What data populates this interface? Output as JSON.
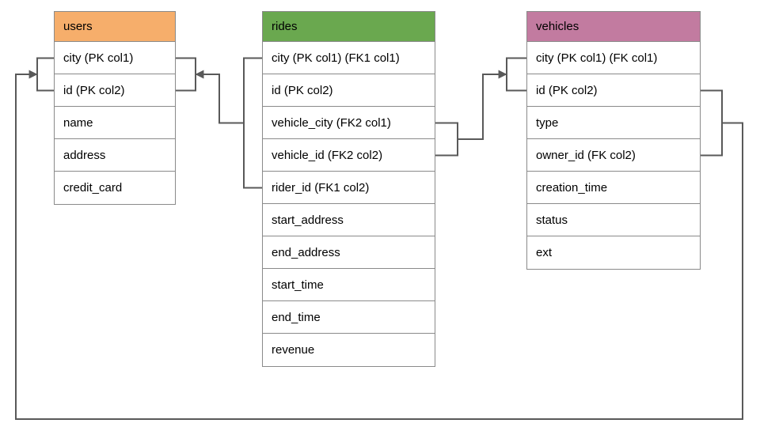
{
  "diagram": {
    "background": "#ffffff",
    "connector_color": "#595959",
    "border_color": "#8a8a8a",
    "text_color": "#000000",
    "tables": [
      {
        "id": "users",
        "title": "users",
        "header_color": "#f6ae6b",
        "columns": [
          "city (PK col1)",
          "id (PK col2)",
          "name",
          "address",
          "credit_card"
        ]
      },
      {
        "id": "rides",
        "title": "rides",
        "header_color": "#6aa84f",
        "columns": [
          "city (PK col1) (FK1 col1)",
          "id (PK col2)",
          "vehicle_city (FK2 col1)",
          "vehicle_id (FK2 col2)",
          "rider_id (FK1 col2)",
          "start_address",
          "end_address",
          "start_time",
          "end_time",
          "revenue"
        ]
      },
      {
        "id": "vehicles",
        "title": "vehicles",
        "header_color": "#c27ba0",
        "columns": [
          "city (PK col1) (FK col1)",
          "id (PK col2)",
          "type",
          "owner_id (FK col2)",
          "creation_time",
          "status",
          "ext"
        ]
      }
    ],
    "relationships": [
      {
        "id": "rides-fk1-users",
        "description": "rides (city, rider_id) FK1 references users (city, id)",
        "source": {
          "table": "rides",
          "side": "left",
          "rows": [
            0,
            4
          ]
        },
        "target": {
          "table": "users",
          "side": "right",
          "rows": [
            0,
            1
          ]
        }
      },
      {
        "id": "rides-fk2-vehicles",
        "description": "rides (vehicle_city, vehicle_id) FK2 references vehicles (city, id)",
        "source": {
          "table": "rides",
          "side": "right",
          "rows": [
            2,
            3
          ]
        },
        "target": {
          "table": "vehicles",
          "side": "left",
          "rows": [
            0,
            1
          ]
        }
      },
      {
        "id": "vehicles-fk-users",
        "description": "vehicles (city, owner_id) FK references users (city, id)",
        "source": {
          "table": "vehicles",
          "side": "right",
          "rows": [
            1,
            3
          ]
        },
        "target": {
          "table": "users",
          "side": "left",
          "rows": [
            0,
            1
          ]
        }
      }
    ]
  }
}
